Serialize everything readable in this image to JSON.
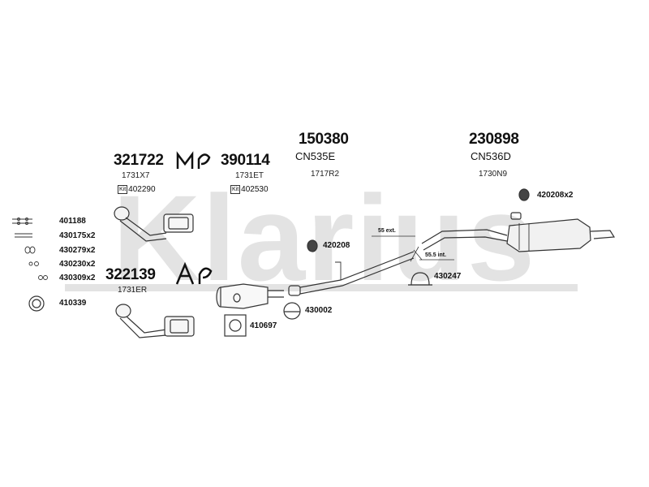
{
  "watermark": "Klarius",
  "kit_tag": "Kit",
  "parts": {
    "p321722": {
      "code": "321722",
      "ref": "1731X7",
      "kit": "402290"
    },
    "p390114": {
      "code": "390114",
      "ref": "1731ET",
      "kit": "402530"
    },
    "p150380": {
      "code": "150380",
      "model": "CN535E",
      "ref": "1717R2"
    },
    "p230898": {
      "code": "230898",
      "model": "CN536D",
      "ref": "1730N9"
    },
    "p322139": {
      "code": "322139",
      "ref": "1731ER"
    }
  },
  "hardware": [
    {
      "label": "401188"
    },
    {
      "label": "430175x2"
    },
    {
      "label": "430279x2"
    },
    {
      "label": "430230x2"
    },
    {
      "label": "430309x2"
    },
    {
      "label": "410339"
    }
  ],
  "fittings": {
    "f420208": "420208",
    "f420208x2": "420208x2",
    "f430247": "430247",
    "f430002": "430002",
    "f410697": "410697"
  },
  "annotations": {
    "ext": "55 ext.",
    "int": "55.5 int."
  }
}
